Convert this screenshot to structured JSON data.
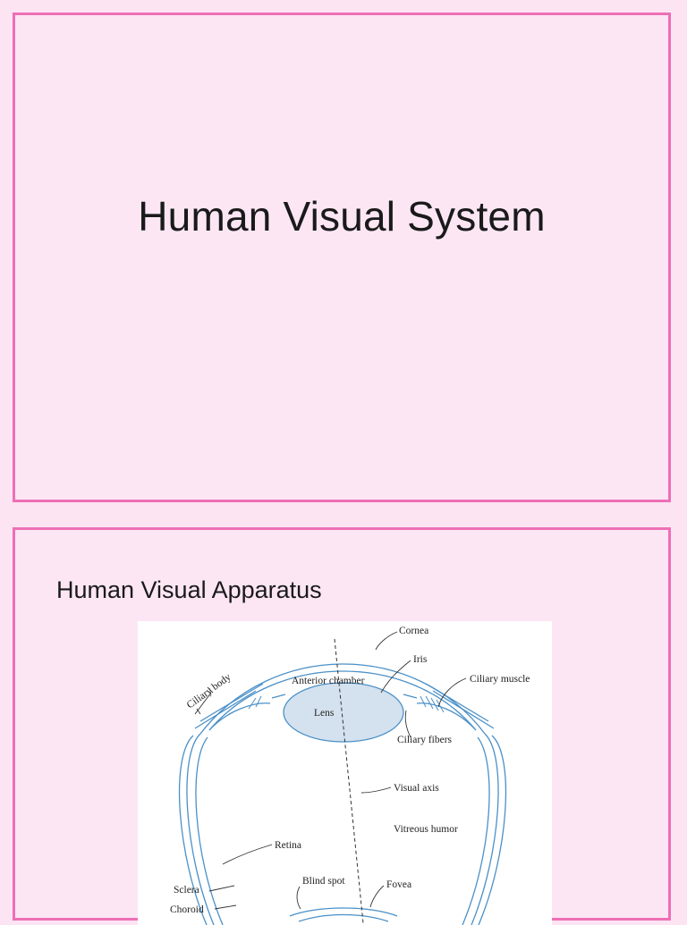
{
  "slides": [
    {
      "title": "Human Visual System"
    },
    {
      "heading": "Human Visual Apparatus",
      "figure": {
        "labels": {
          "cornea": "Cornea",
          "iris": "Iris",
          "ciliary_muscle": "Ciliary muscle",
          "ciliary_body": "Ciliary body",
          "anterior_chamber": "Anterior chamber",
          "lens": "Lens",
          "ciliary_fibers": "Ciliary fibers",
          "visual_axis": "Visual axis",
          "vitreous_humor": "Vitreous humor",
          "retina": "Retina",
          "blind_spot": "Blind spot",
          "fovea": "Fovea",
          "sclera": "Sclera",
          "choroid": "Choroid"
        }
      }
    }
  ],
  "colors": {
    "background": "#fce4f3",
    "slide_border": "#ee6fb6",
    "diagram_line": "#4a90c8",
    "lens_fill": "#d4e1ee"
  }
}
